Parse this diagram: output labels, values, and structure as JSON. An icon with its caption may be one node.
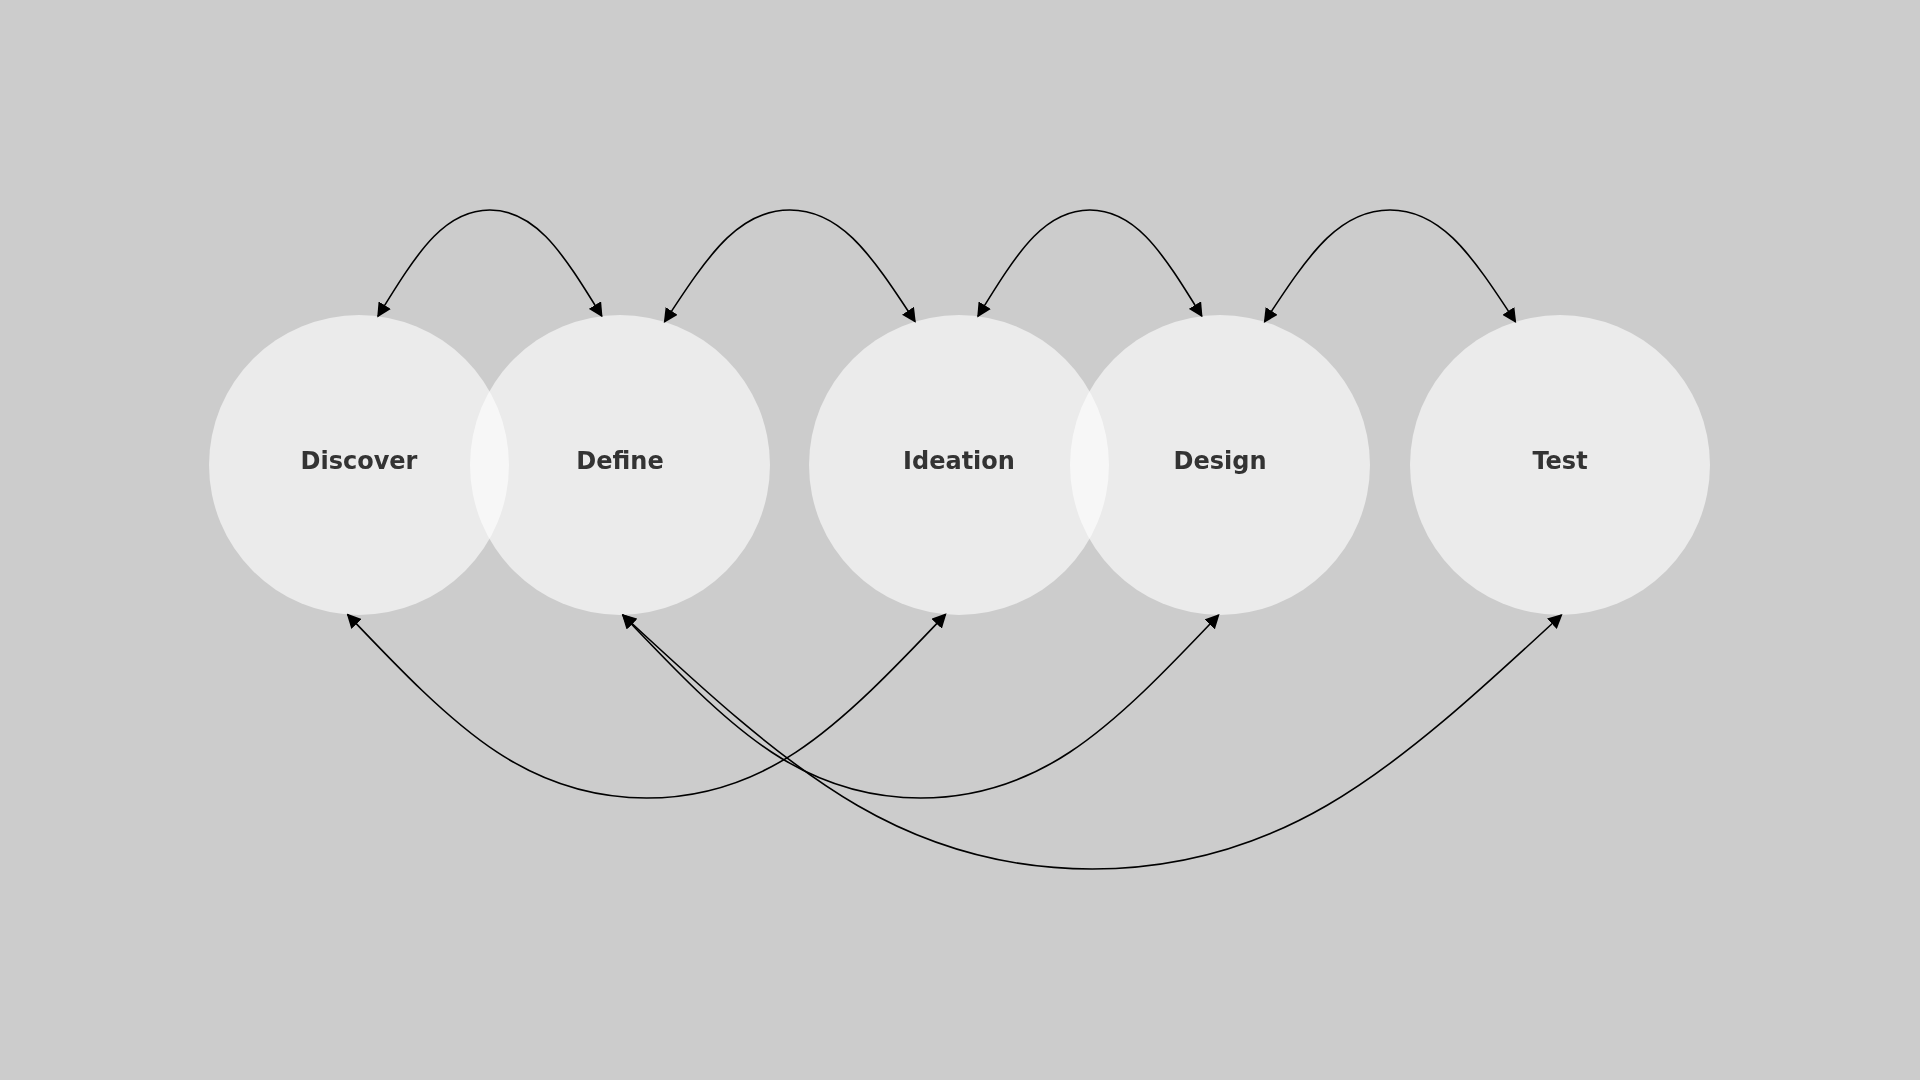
{
  "diagram": {
    "nodes": [
      {
        "text": [
          "Discover"
        ]
      },
      {
        "text": [
          "Define"
        ]
      },
      {
        "text": [
          "Ideation"
        ]
      },
      {
        "text": [
          "Design"
        ]
      },
      {
        "text": [
          "Test"
        ]
      }
    ],
    "edges": [
      {
        "from": 0,
        "to": 1,
        "arrow": "both"
      },
      {
        "from": 1,
        "to": 2,
        "arrow": "both"
      },
      {
        "from": 2,
        "to": 3,
        "arrow": "both"
      },
      {
        "from": 3,
        "to": 4,
        "arrow": "both"
      },
      {
        "from": 0,
        "to": 2,
        "arrow": "both"
      },
      {
        "from": 1,
        "to": 3,
        "arrow": "both"
      },
      {
        "from": 1,
        "to": 4,
        "arrow": "both"
      }
    ]
  }
}
